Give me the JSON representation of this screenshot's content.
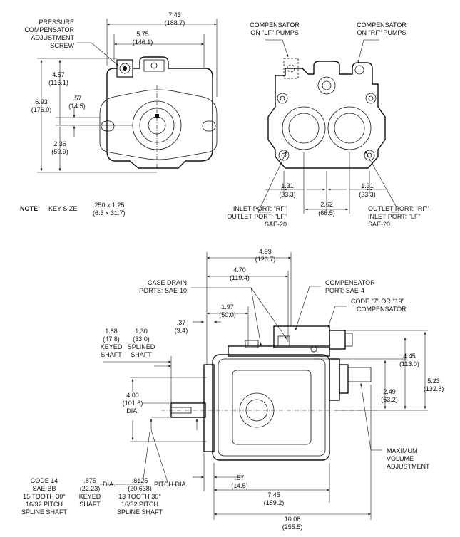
{
  "top_left": {
    "dim_overall_width": "7.43",
    "dim_overall_width_mm": "(188.7)",
    "dim_width_2": "5.75",
    "dim_width_2_mm": "(146.1)",
    "dim_h1": "4.57",
    "dim_h1_mm": "(116.1)",
    "dim_total_h": "6.93",
    "dim_total_h_mm": "(176.0)",
    "dim_shaft": ".57",
    "dim_shaft_mm": "(14.5)",
    "dim_base": "2.36",
    "dim_base_mm": "(59.9)",
    "callout_line1": "PRESSURE",
    "callout_line2": "COMPENSATOR",
    "callout_line3": "ADJUSTMENT",
    "callout_line4": "SCREW"
  },
  "note": {
    "label": "NOTE:",
    "text": "KEY SIZE",
    "value": ".250 x 1.25",
    "value_mm": "(6.3 x 31.7)"
  },
  "top_right": {
    "lf_line1": "COMPENSATOR",
    "lf_line2": "ON \"LF\" PUMPS",
    "rf_line1": "COMPENSATOR",
    "rf_line2": "ON \"RF\" PUMPS",
    "dim_left": "1.31",
    "dim_left_mm": "(33.3)",
    "dim_right": "1.31",
    "dim_right_mm": "(33.3)",
    "dim_center": "2.62",
    "dim_center_mm": "(66.5)",
    "inlet_left_1": "INLET PORT:  \"RF\"",
    "inlet_left_2": "OUTLET PORT:  \"LF\"",
    "inlet_left_3": "SAE-20",
    "outlet_right_1": "OUTLET PORT:  \"RF\"",
    "outlet_right_2": "INLET PORT:  \"LF\"",
    "outlet_right_3": "SAE-20"
  },
  "side": {
    "dim_499": "4.99",
    "dim_499_mm": "(126.7)",
    "dim_470": "4.70",
    "dim_470_mm": "(119.4)",
    "case_drain_1": "CASE DRAIN",
    "case_drain_2": "PORTS:  SAE-10",
    "comp_port_1": "COMPENSATOR",
    "comp_port_2": "PORT:  SAE-4",
    "code_1": "CODE \"7\" OR \"19\"",
    "code_2": "COMPENSATOR",
    "dim_197": "1.97",
    "dim_197_mm": "(50.0)",
    "dim_37": ".37",
    "dim_37_mm": "(9.4)",
    "dim_188": "1.88",
    "dim_188_mm": "(47.8)",
    "keyed_1": "KEYED",
    "keyed_2": "SHAFT",
    "dim_130": "1.30",
    "dim_130_mm": "(33.0)",
    "splined_1": "SPLINED",
    "splined_2": "SHAFT",
    "dim_445": "4.45",
    "dim_445_mm": "(113.0)",
    "dim_523": "5.23",
    "dim_523_mm": "(132.8)",
    "dim_249": "2.49",
    "dim_249_mm": "(63.2)",
    "dim_400": "4.00",
    "dim_400_mm": "(101.6)",
    "dia": "DIA.",
    "max_vol_1": "MAXIMUM",
    "max_vol_2": "VOLUME",
    "max_vol_3": "ADJUSTMENT",
    "code14_1": "CODE 14",
    "code14_2": "SAE-BB",
    "code14_3": "15 TOOTH 30°",
    "code14_4": "16/32 PITCH",
    "code14_5": "SPLINE SHAFT",
    "dim_875": ".875",
    "dim_875_mm": "(22.23)",
    "dia2": "DIA.",
    "keyed_s1": "KEYED",
    "keyed_s2": "SHAFT",
    "dim_8125": ".8125",
    "dim_8125_mm": "(20.638)",
    "pitch_dia": "PITCH DIA.",
    "spline13_1": "13 TOOTH 30°",
    "spline13_2": "16/32 PITCH",
    "spline13_3": "SPLINE SHAFT",
    "dim_57": ".57",
    "dim_57_mm": "(14.5)",
    "dim_745": "7.45",
    "dim_745_mm": "(189.2)",
    "dim_1006": "10.06",
    "dim_1006_mm": "(255.5)"
  }
}
